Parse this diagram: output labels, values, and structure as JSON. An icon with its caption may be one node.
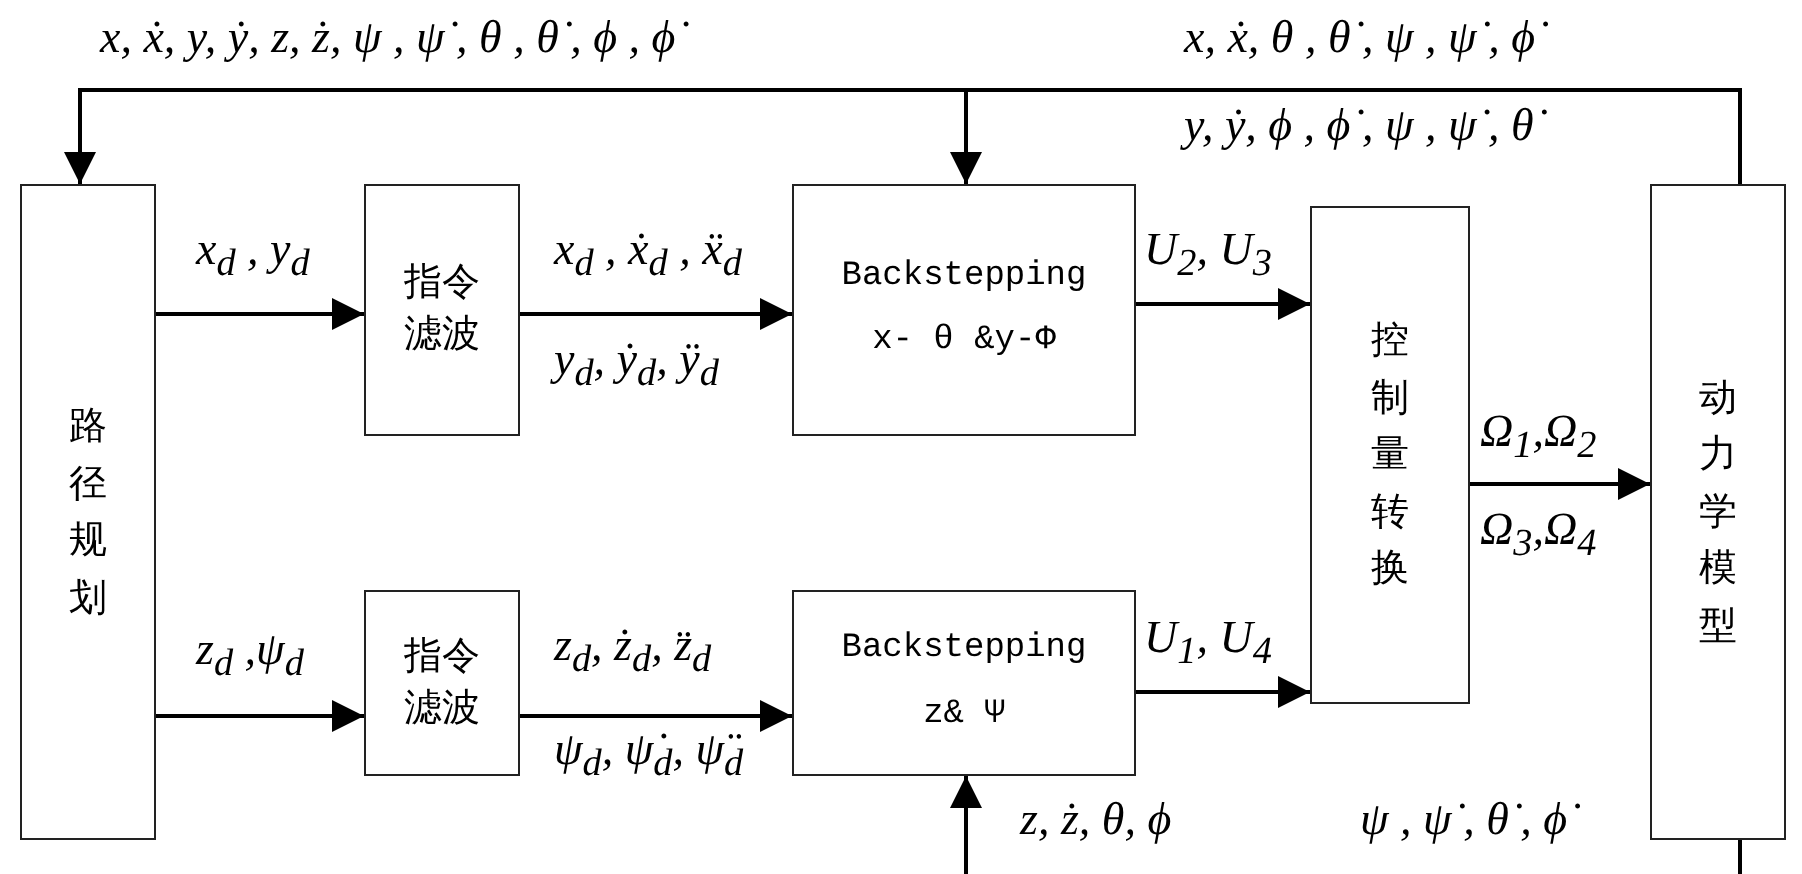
{
  "diagram": {
    "nodes": [
      {
        "text": [
          "路径规划"
        ]
      },
      {
        "text": [
          "指令滤波"
        ]
      },
      {
        "text": [
          "Backstepping",
          "x- θ &y-Φ"
        ]
      },
      {
        "text": [
          "指令滤波"
        ]
      },
      {
        "text": [
          "Backstepping",
          "z& Ψ"
        ]
      },
      {
        "text": [
          "控制量转换"
        ]
      },
      {
        "text": [
          "动力学模型"
        ]
      }
    ],
    "edges": [
      {
        "from": 0,
        "to": 1,
        "arrow": "to",
        "label": "x$_{d}$ , y$_{d}$"
      },
      {
        "from": 1,
        "to": 2,
        "arrow": "to",
        "label": "x$_{d}$ , ẋ$_{d}$ , ẍ$_{d}$"
      },
      {
        "from": 0,
        "to": 3,
        "arrow": "to",
        "label": "z$_{d}$ ,ψ$_{d}$"
      },
      {
        "from": 3,
        "to": 4,
        "arrow": "to",
        "label": "z$_{d}$, ż$_{d}$, z̈$_{d}$"
      },
      {
        "from": 2,
        "to": 5,
        "arrow": "to",
        "label": "U$_{2}$, U$_{3}$"
      },
      {
        "from": 4,
        "to": 5,
        "arrow": "to",
        "label": "U$_{1}$, U$_{4}$"
      },
      {
        "from": 5,
        "to": 6,
        "arrow": "to",
        "label": "Ω$_{1}$,Ω$_{2}$"
      },
      {
        "from": 6,
        "to": 0,
        "arrow": "to",
        "label": "x, ẋ, y, ẏ, z, ż, ψ , ψ̇ , θ , θ̇ , ϕ , ϕ̇"
      },
      {
        "from": 6,
        "to": 2,
        "arrow": "to",
        "label": "x, ẋ, θ , θ̇ , ψ , ψ̇ , ϕ̇"
      },
      {
        "from": 6,
        "to": null,
        "arrow": "none"
      },
      {
        "from": null,
        "to": 4,
        "arrow": "to"
      }
    ],
    "labels": [
      "y, ẏ, ϕ , ϕ̇ , ψ , ψ̇ , θ̇",
      "y$_{d}$, ẏ$_{d}$, ÿ$_{d}$",
      "Ω$_{3}$,Ω$_{4}$",
      "ψ$_{d}$, ψ̇$_{d}$, ψ̈$_{d}$",
      "z, ż, θ, ϕ",
      "ψ , ψ̇ , θ̇ , ϕ̇"
    ]
  }
}
